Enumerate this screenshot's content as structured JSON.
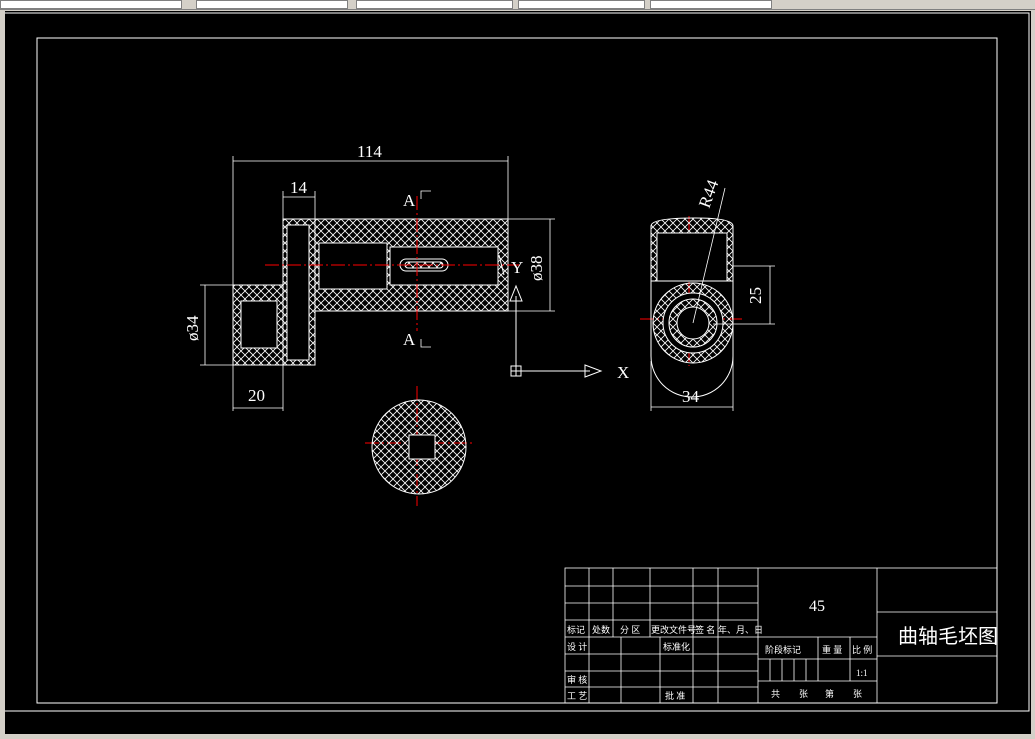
{
  "drawing": {
    "dims": {
      "length_114": "114",
      "length_14": "14",
      "section_a_top": "A",
      "section_a_bottom": "A",
      "diameter_38": "ø38",
      "diameter_34": "ø34",
      "length_20": "20",
      "radius_44": "R44",
      "height_25": "25",
      "width_34": "34"
    },
    "axes": {
      "x": "X",
      "y": "Y"
    }
  },
  "title_block": {
    "material": "45",
    "drawing_name": "曲轴毛坯图",
    "scale": "1:1",
    "labels": {
      "biaoji": "标记",
      "chushu": "处数",
      "fenqu": "分 区",
      "gengai": "更改文件号",
      "qianming": "签 名",
      "riqi": "年、月、日",
      "sheji": "设 计",
      "biaozhunhua": "标准化",
      "shenhe": "审 核",
      "gongyi": "工 艺",
      "pizhun": "批 准",
      "jieduan": "阶段标记",
      "zhongliang": "重 量",
      "bili": "比 例",
      "gong": "共",
      "zhang1": "张",
      "di": "第",
      "zhang2": "张"
    }
  }
}
